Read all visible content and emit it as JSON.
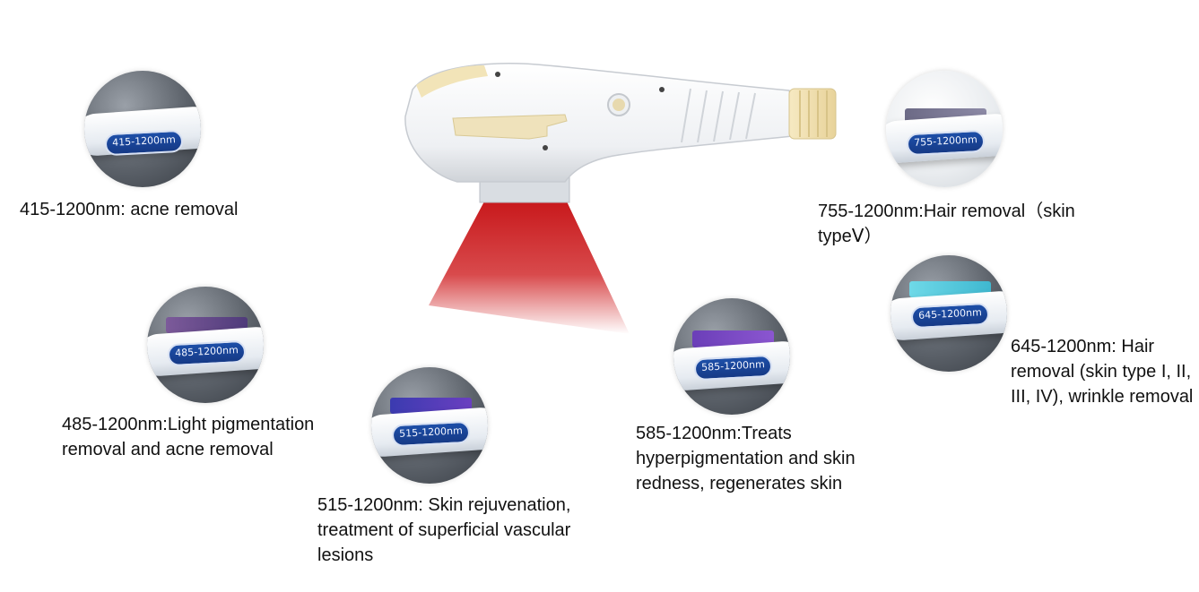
{
  "items": [
    {
      "chip_label": "415-1200nm",
      "description": "415-1200nm: acne removal"
    },
    {
      "chip_label": "485-1200nm",
      "description": "485-1200nm:Light pigmentation removal and acne removal"
    },
    {
      "chip_label": "515-1200nm",
      "description": "515-1200nm: Skin rejuvenation, treatment of superficial vascular lesions"
    },
    {
      "chip_label": "585-1200nm",
      "description": "585-1200nm:Treats hyperpigmentation and skin redness, regenerates skin"
    },
    {
      "chip_label": "645-1200nm",
      "description": "645-1200nm: Hair removal (skin type I, II, III, IV), wrinkle removal"
    },
    {
      "chip_label": "755-1200nm",
      "description": "755-1200nm:Hair removal（skin typeⅤ）"
    }
  ],
  "colors": {
    "beam": "#c8191c",
    "chip_blue": "#1d4fa8",
    "handle_accent": "#f2e4b8"
  }
}
